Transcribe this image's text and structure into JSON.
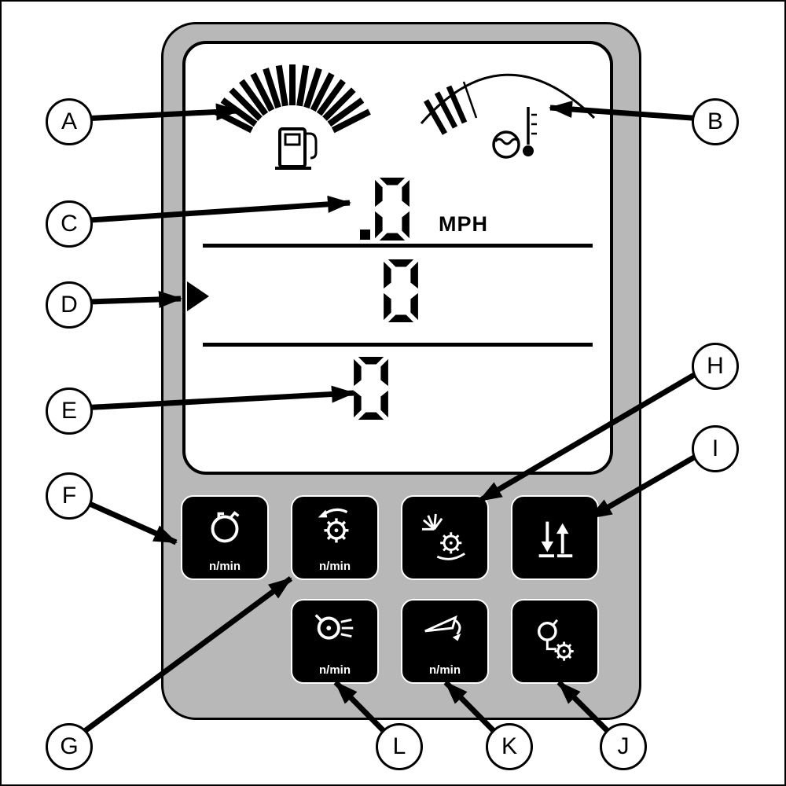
{
  "colors": {
    "panel_gray": "#b8b8b8",
    "key_black": "#000000",
    "display_white": "#ffffff",
    "ink_black": "#000000"
  },
  "display": {
    "speed_value": ".0",
    "speed_unit": "MPH",
    "middle_value": "0",
    "bottom_value": "0"
  },
  "gauges": {
    "fuel": {
      "icon": "fuel-pump-icon",
      "tick_count": 15
    },
    "temperature": {
      "icon": "coolant-temperature-icon",
      "tick_count": 4
    }
  },
  "keypad": {
    "buttons": [
      {
        "callout": "F",
        "icon": "engine-speed-icon",
        "label": "n/min"
      },
      {
        "callout": "G",
        "icon": "pto-speed-icon",
        "label": "n/min"
      },
      {
        "callout": "H",
        "icon": "threshing-drum-icon",
        "label": ""
      },
      {
        "callout": "I",
        "icon": "raise-lower-icon",
        "label": ""
      },
      {
        "callout": "L",
        "icon": "fan-speed-icon",
        "label": "n/min"
      },
      {
        "callout": "K",
        "icon": "sieve-speed-icon",
        "label": "n/min"
      },
      {
        "callout": "J",
        "icon": "engine-gear-icon",
        "label": ""
      }
    ]
  },
  "callouts": [
    {
      "letter": "A"
    },
    {
      "letter": "B"
    },
    {
      "letter": "C"
    },
    {
      "letter": "D"
    },
    {
      "letter": "E"
    },
    {
      "letter": "F"
    },
    {
      "letter": "G"
    },
    {
      "letter": "H"
    },
    {
      "letter": "I"
    },
    {
      "letter": "J"
    },
    {
      "letter": "K"
    },
    {
      "letter": "L"
    }
  ]
}
